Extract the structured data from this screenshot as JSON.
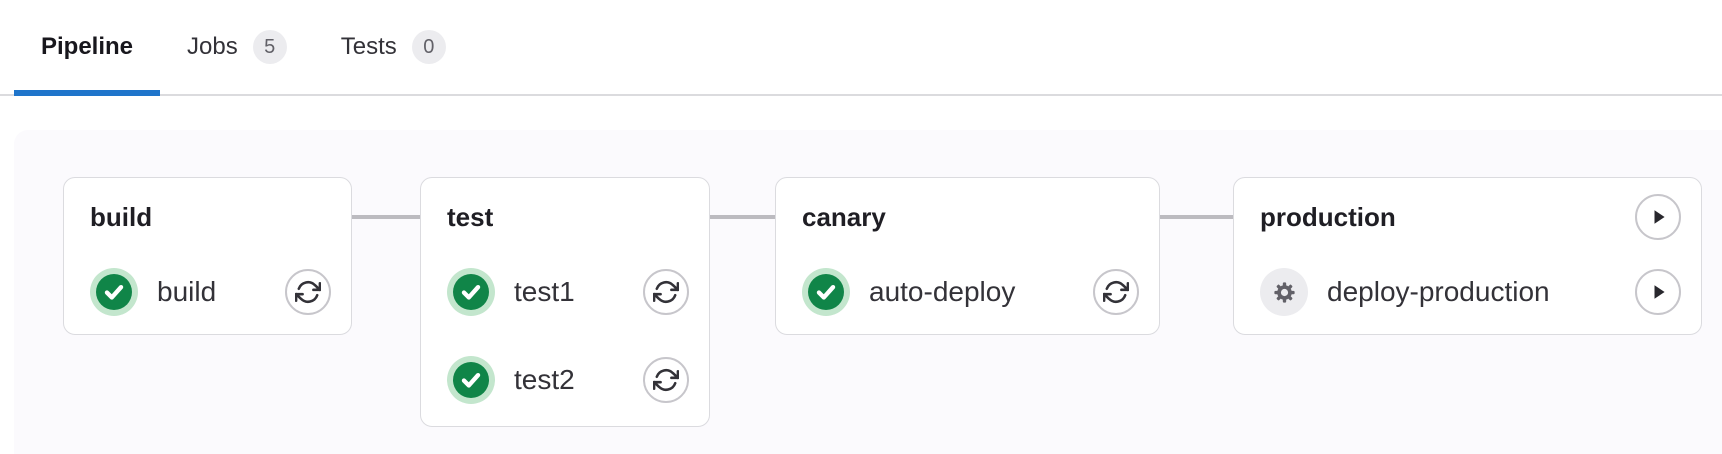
{
  "tabs": {
    "pipeline": {
      "label": "Pipeline"
    },
    "jobs": {
      "label": "Jobs",
      "badge": "5"
    },
    "tests": {
      "label": "Tests",
      "badge": "0"
    }
  },
  "pipeline": {
    "stages": [
      {
        "name": "build",
        "jobs": [
          {
            "name": "build",
            "status": "success",
            "action": "retry"
          }
        ]
      },
      {
        "name": "test",
        "jobs": [
          {
            "name": "test1",
            "status": "success",
            "action": "retry"
          },
          {
            "name": "test2",
            "status": "success",
            "action": "retry"
          }
        ]
      },
      {
        "name": "canary",
        "jobs": [
          {
            "name": "auto-deploy",
            "status": "success",
            "action": "retry"
          }
        ]
      },
      {
        "name": "production",
        "header_action": "play",
        "jobs": [
          {
            "name": "deploy-production",
            "status": "manual",
            "action": "play"
          }
        ]
      }
    ]
  },
  "colors": {
    "tab_active_underline": "#1f75cb",
    "success_green": "#108548",
    "success_halo": "#c3e6cd",
    "manual_gear_grey": "#626168",
    "manual_halo": "#ececef",
    "connector_grey": "#bcbbc0",
    "card_border": "#dbdbdf",
    "panel_background": "#fbfafd",
    "badge_background": "#ececef"
  }
}
